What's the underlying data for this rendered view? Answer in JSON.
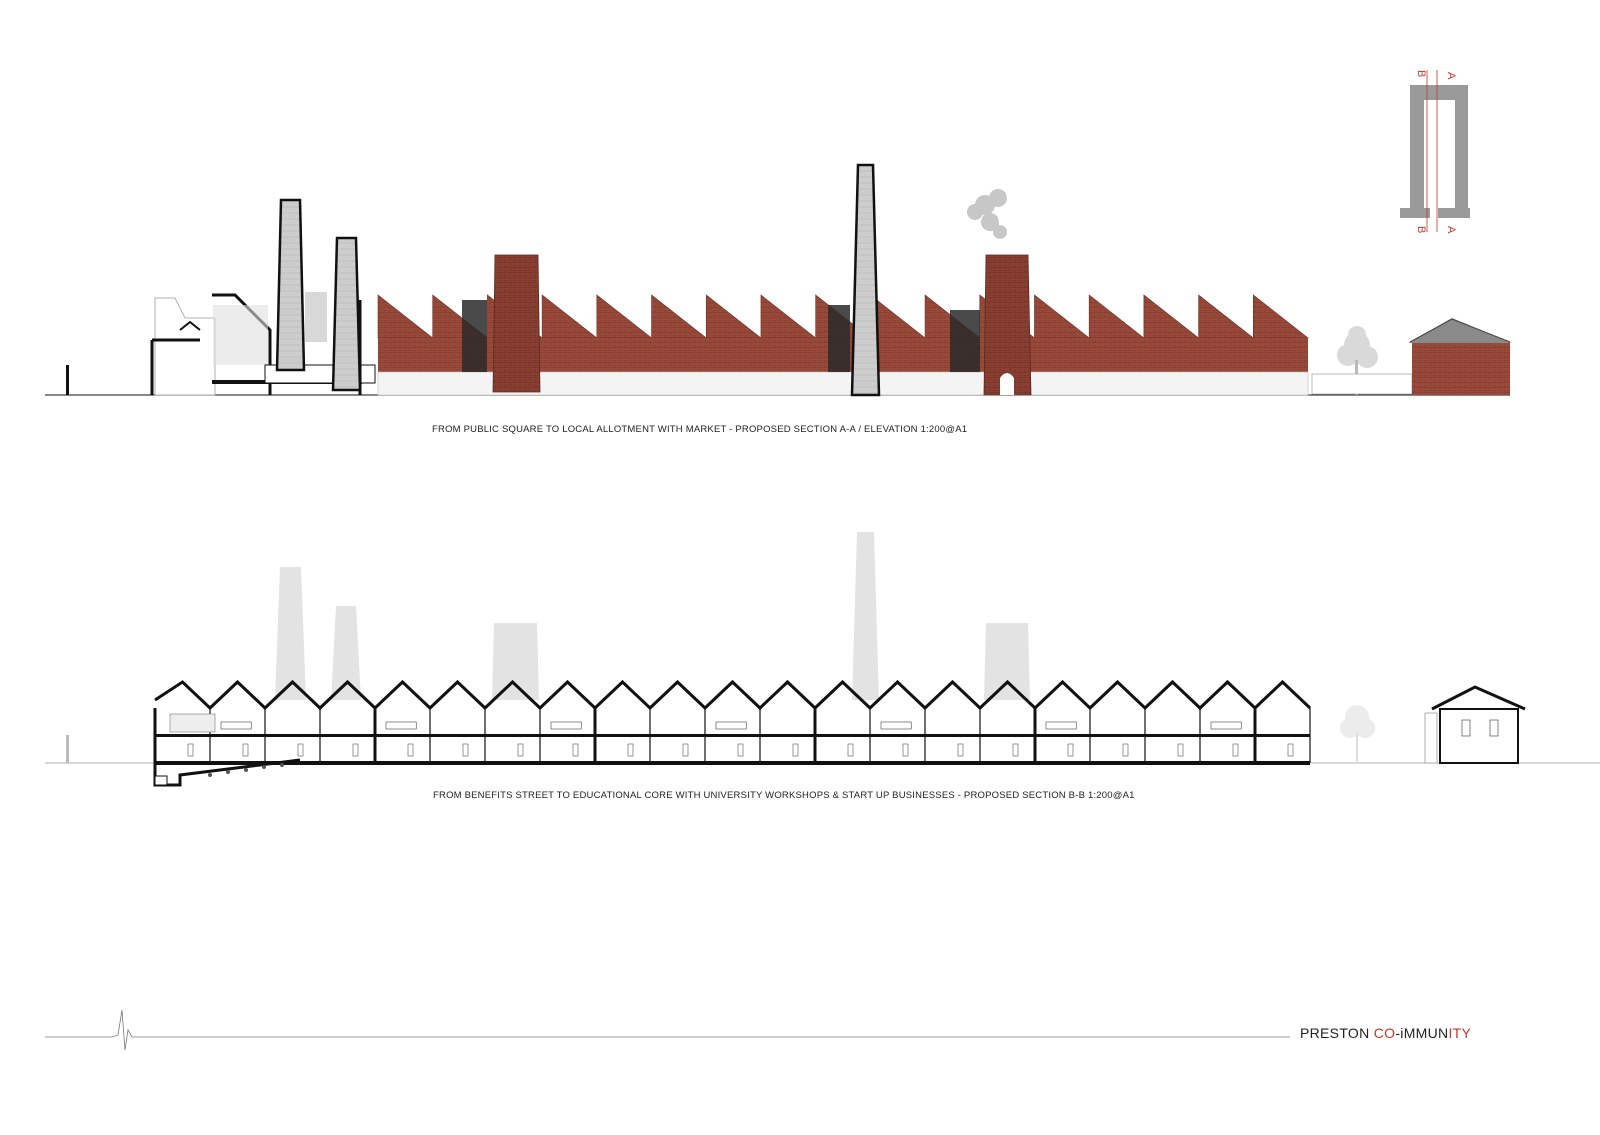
{
  "section_a": {
    "caption": "FROM PUBLIC SQUARE TO LOCAL ALLOTMENT WITH MARKET - PROPOSED SECTION A-A / ELEVATION 1:200@A1",
    "saw_teeth": 17
  },
  "section_b": {
    "caption": "FROM BENEFITS STREET TO EDUCATIONAL CORE WITH UNIVERSITY WORKSHOPS & START UP BUSINESSES - PROPOSED SECTION B-B 1:200@A1",
    "gables": 21
  },
  "key_plan": {
    "cut_a": "A",
    "cut_b": "B"
  },
  "brand": {
    "part1": "PRESTON ",
    "part2": "CO",
    "part3": "-iMMUN",
    "part4": "ITY"
  },
  "colors": {
    "brick": "#9a4a3a",
    "brick_dark": "#6e3127",
    "accent_red": "#c0392b",
    "concrete": "#cfcfcf",
    "ghost": "#e2e2e2",
    "ink": "#111111"
  }
}
